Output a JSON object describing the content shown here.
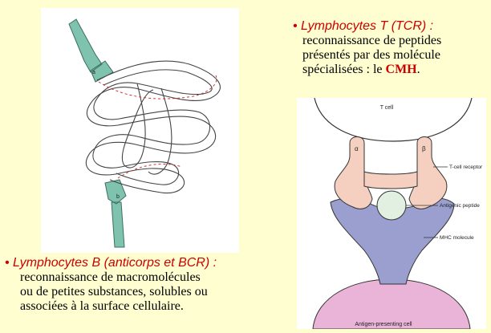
{
  "b_cells": {
    "heading": "• Lymphocytes B (anticorps et BCR) :",
    "lines": [
      "reconnaissance de macromolécules",
      "ou de petites substances, solubles ou",
      "associées à la surface cellulaire."
    ]
  },
  "t_cells": {
    "heading": "• Lymphocytes T (TCR) :",
    "lines": [
      "reconnaissance de peptides",
      "présentés par des molécule",
      "spécialisées : le "
    ],
    "cmh": "CMH",
    "cmh_suffix": "."
  },
  "antibody_figure": {
    "label_a": "a",
    "label_b": "b"
  },
  "tcr_figure": {
    "t_cell": "T cell",
    "alpha": "α",
    "beta": "β",
    "receptor": "T-cell receptor",
    "peptide": "Antigenic peptide",
    "mhc": "MHC molecule",
    "apc": "Antigen-presenting cell"
  },
  "colors": {
    "background": "#fefed0",
    "heading_red": "#cc0000",
    "antibody_teal": "#7fc2ad",
    "tcr_pink": "#f5cfc0",
    "mhc_purple": "#9a9fd0",
    "peptide_green": "#e2f0e2",
    "apc_pink": "#eab4d8"
  }
}
